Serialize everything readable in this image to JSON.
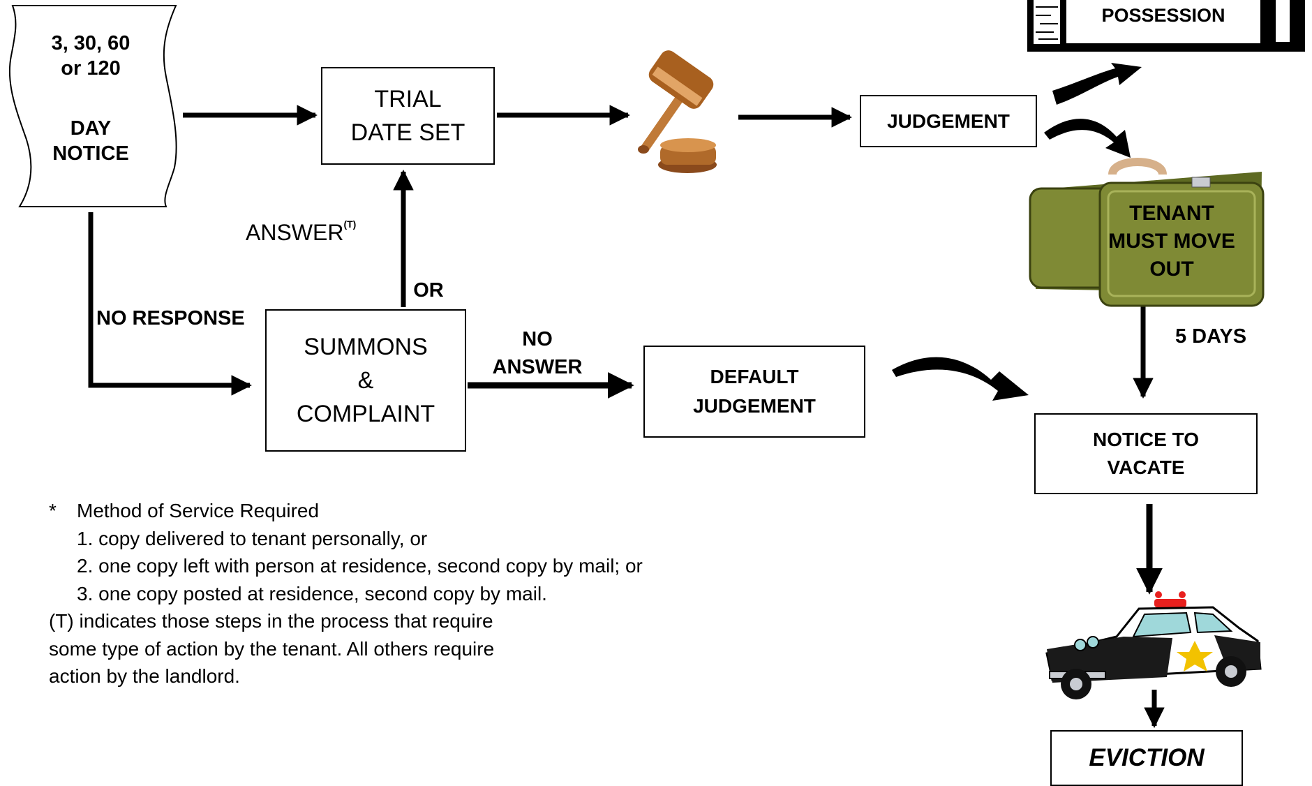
{
  "notice": {
    "line1": "3, 30, 60",
    "line2": "or 120",
    "line3": "DAY",
    "line4": "NOTICE"
  },
  "trial": {
    "line1": "TRIAL",
    "line2": "DATE SET"
  },
  "judgement": "JUDGEMENT",
  "possession": "POSSESSION",
  "tenant_move": {
    "line1": "TENANT",
    "line2": "MUST MOVE",
    "line3": "OUT"
  },
  "five_days": "5 DAYS",
  "answer": {
    "text": "ANSWER",
    "superscript": "(T)"
  },
  "or": "OR",
  "no_response": "NO RESPONSE",
  "summons": {
    "line1": "SUMMONS",
    "line2": "&",
    "line3": "COMPLAINT"
  },
  "no_answer": {
    "line1": "NO",
    "line2": "ANSWER"
  },
  "default_judgement": {
    "line1": "DEFAULT",
    "line2": "JUDGEMENT"
  },
  "notice_to_vacate": {
    "line1": "NOTICE TO",
    "line2": "VACATE"
  },
  "eviction": "EVICTION",
  "notes": {
    "asterisk": "*",
    "heading": "Method of Service Required",
    "items": [
      "1. copy delivered to tenant personally, or",
      "2. one copy left with person at residence, second copy by mail; or",
      "3. one copy posted at residence, second copy by mail."
    ],
    "legend": [
      "(T) indicates those steps in the process that require",
      "some type of action by the tenant.  All others require",
      "action by the landlord."
    ]
  },
  "icons": [
    "gavel-icon",
    "suitcase-icon",
    "police-car-icon",
    "curved-arrow-icon"
  ],
  "colors": {
    "line": "#000000",
    "gavel": "#b06a2a",
    "suitcase": "#7f8a35",
    "police_light": "#e8201e",
    "star": "#f2c200"
  }
}
